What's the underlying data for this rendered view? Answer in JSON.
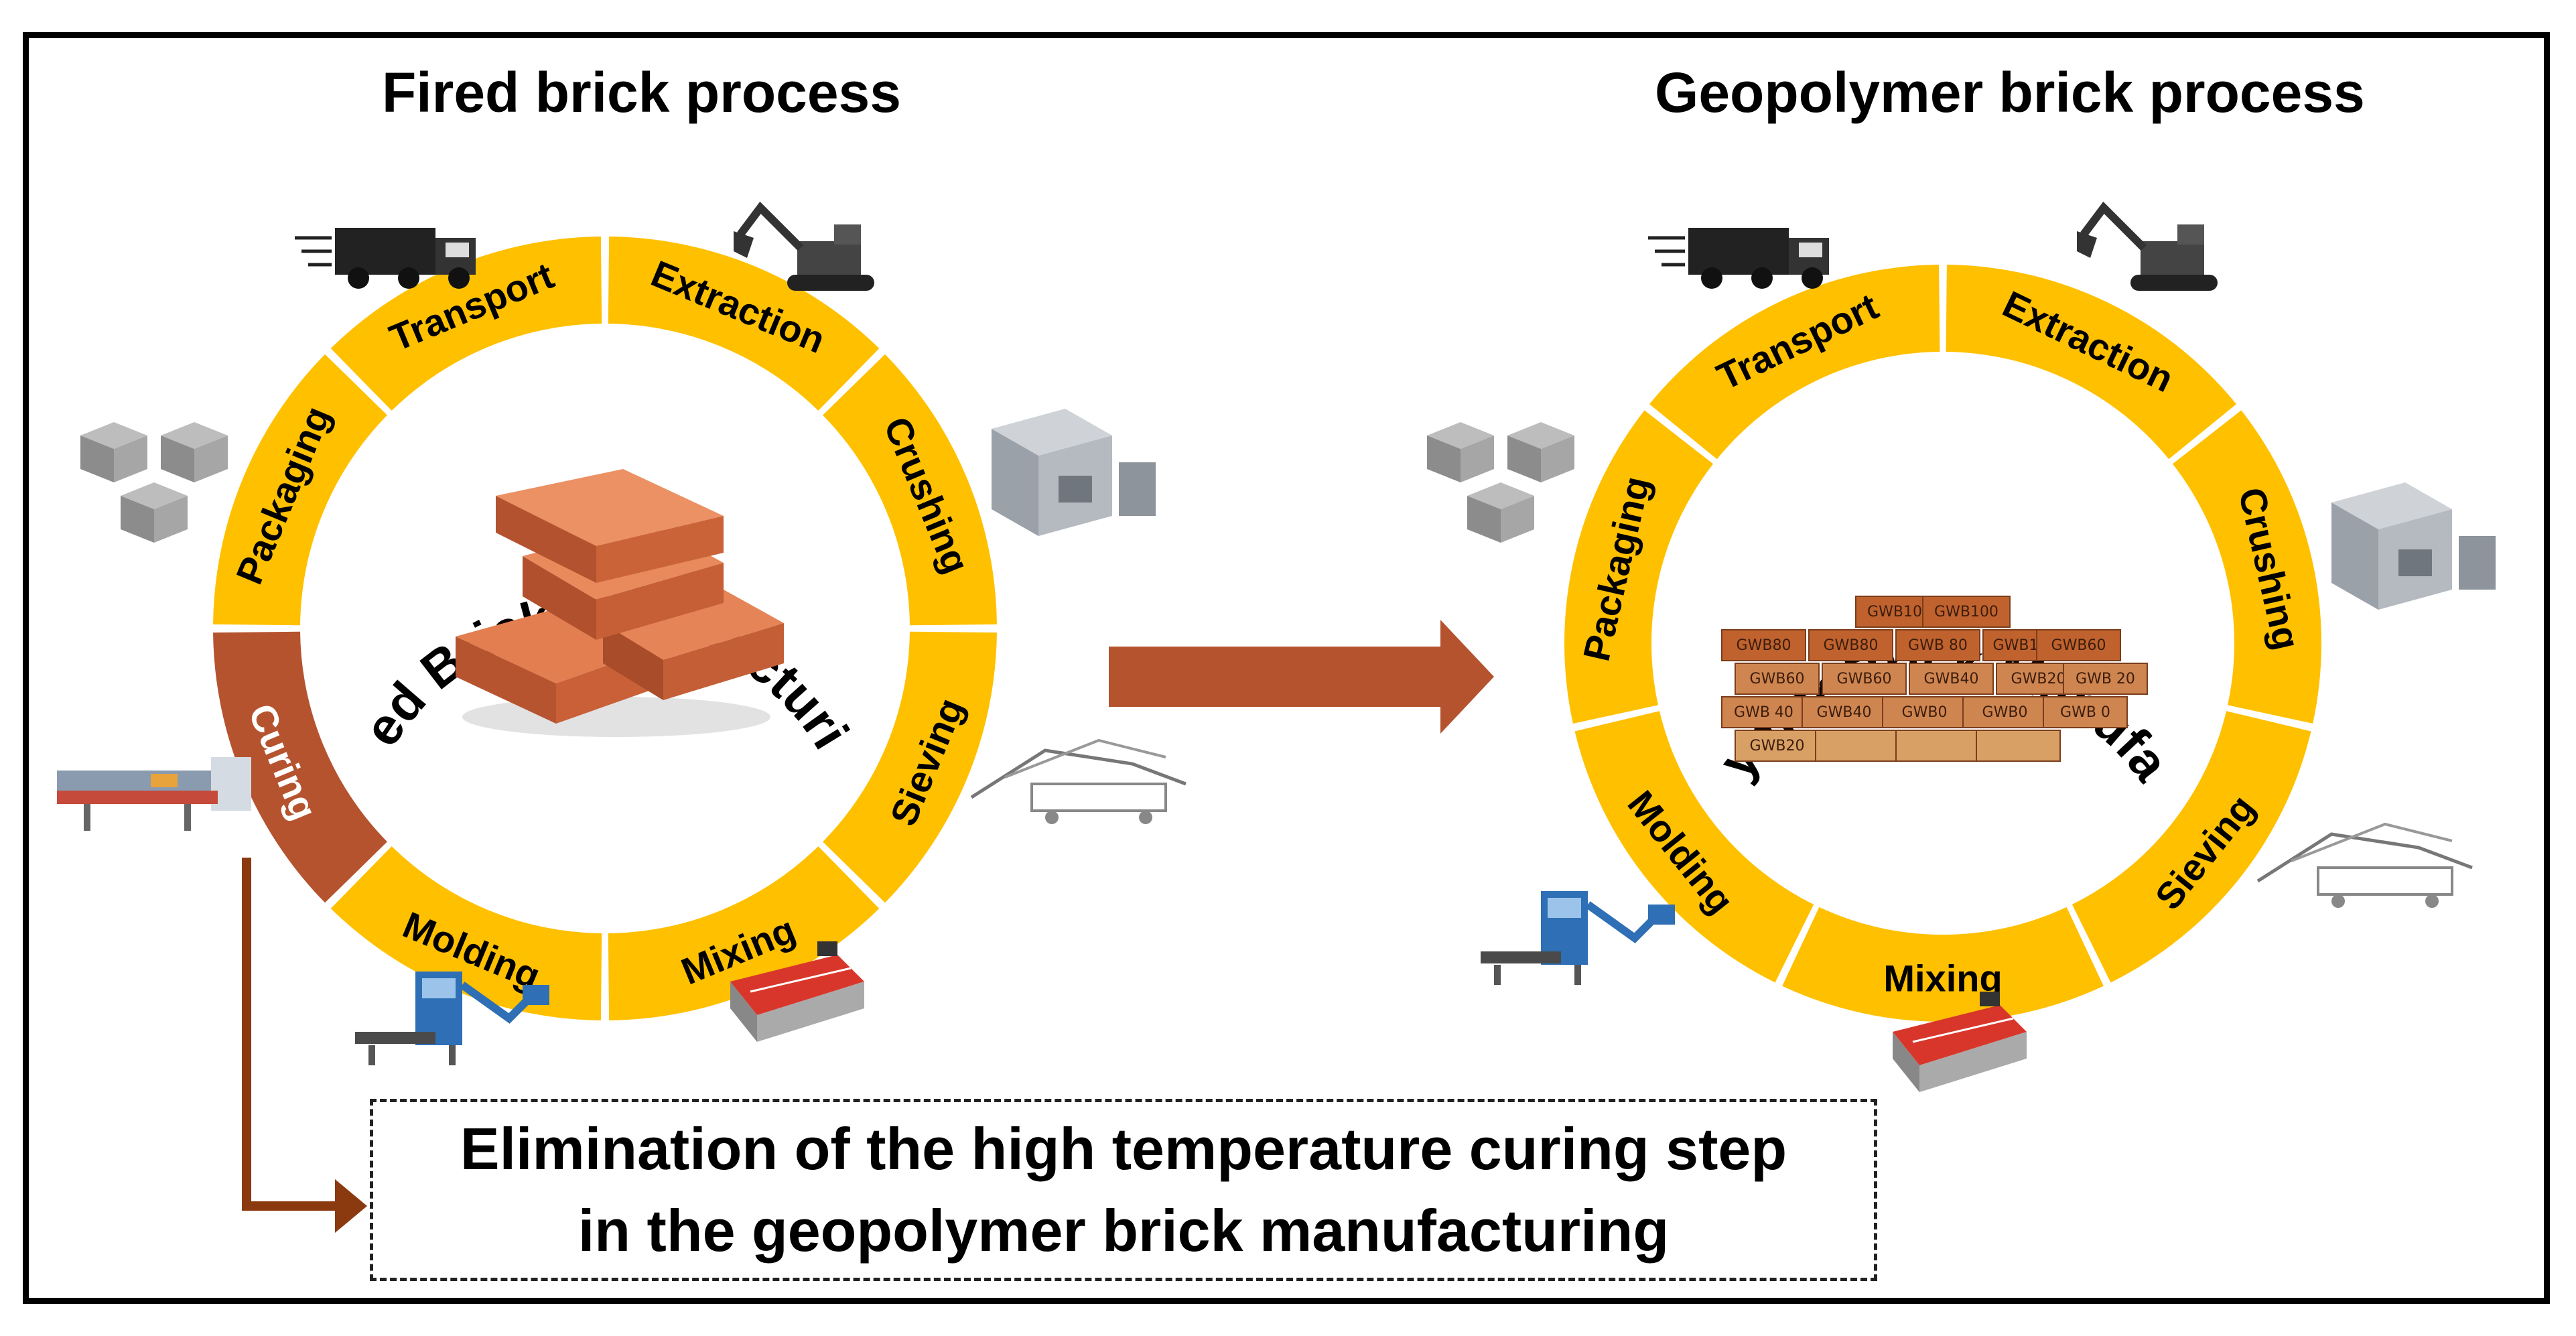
{
  "left_panel": {
    "title": "Fired brick process",
    "center_label": "Fired Brick Manufacturing",
    "segments": [
      "Transport",
      "Extraction",
      "Crushing",
      "Sieving",
      "Mixing",
      "Molding",
      "Curing",
      "Packaging"
    ],
    "highlighted_segment": "Curing"
  },
  "right_panel": {
    "title": "Geopolymer brick process",
    "center_label": "Geopolymer Brick Manufacturing",
    "segments": [
      "Transport",
      "Extraction",
      "Crushing",
      "Sieving",
      "Mixing",
      "Molding",
      "Packaging"
    ],
    "brick_labels": [
      "GWB100",
      "GWB100",
      "GWB80",
      "GWB80",
      "GWB 80",
      "GWB100",
      "GWB60",
      "GWB60",
      "GWB60",
      "GWB40",
      "GWB20",
      "GWB 20",
      "GWB 40",
      "GWB40",
      "GWB0",
      "GWB0",
      "GWB 0",
      "GWB20"
    ]
  },
  "conclusion": {
    "line1": "Elimination of the high temperature curing step",
    "line2": "in the geopolymer brick manufacturing"
  },
  "colors": {
    "segment_fill": "#FFC000",
    "segment_text": "#000000",
    "highlight_fill": "#B5532F",
    "highlight_text": "#ffffff",
    "arrow_fill": "#B5532F",
    "connector": "#8B3A0F",
    "brick_light": "#D9A066",
    "brick_dark": "#C0622E"
  },
  "icons": [
    "truck-icon",
    "excavator-icon",
    "crusher-icon",
    "sieve-icon",
    "mixer-icon",
    "molding-machine-icon",
    "kiln-conveyor-icon",
    "brick-pallet-icon"
  ]
}
